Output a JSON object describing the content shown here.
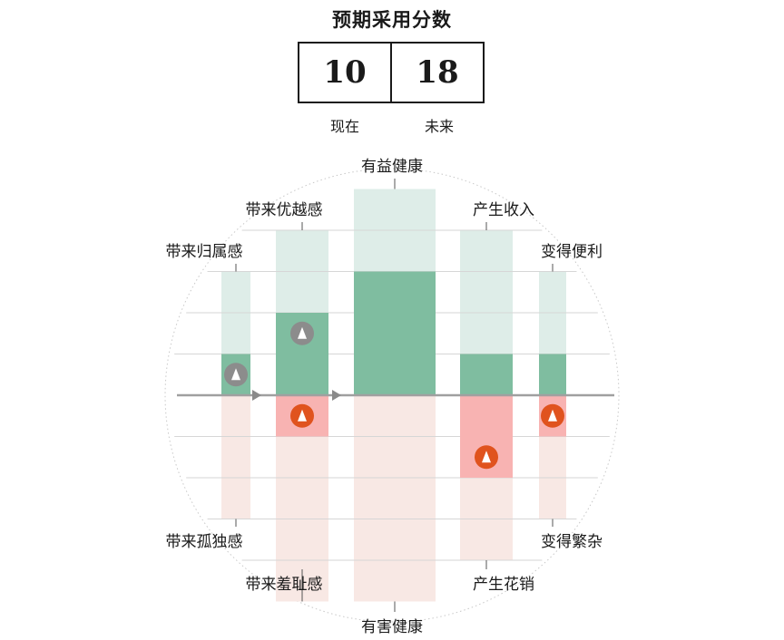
{
  "title": "预期采用分数",
  "scores": {
    "now": {
      "value": "10",
      "label": "现在"
    },
    "future": {
      "value": "18",
      "label": "未来"
    }
  },
  "colors": {
    "benefit_light": "#deede8",
    "benefit": "#7fbda0",
    "harm_light": "#f8e8e4",
    "harm": "#f8b3b2",
    "marker_now": "#8c8c8c",
    "marker_future": "#e0531e",
    "axis": "#a0a0a0"
  },
  "chart_data": {
    "type": "bar",
    "scale_max": 5,
    "categories": [
      {
        "top": "带来归属感",
        "bottom": "带来孤独感",
        "benefit": 1,
        "harm": 0,
        "max_up": 3,
        "max_down": 3,
        "now": 0.5,
        "future": null
      },
      {
        "top": "带来优越感",
        "bottom": "带来羞耻感",
        "benefit": 2,
        "harm": 1,
        "max_up": 4,
        "max_down": 5,
        "now": 1.5,
        "future": -0.5
      },
      {
        "top": "有益健康",
        "bottom": "有害健康",
        "benefit": 3,
        "harm": 0,
        "max_up": 5,
        "max_down": 5,
        "now": null,
        "future": null
      },
      {
        "top": "产生收入",
        "bottom": "产生花销",
        "benefit": 1,
        "harm": 2,
        "max_up": 4,
        "max_down": 4,
        "now": null,
        "future": -1.5
      },
      {
        "top": "变得便利",
        "bottom": "变得繁杂",
        "benefit": 1,
        "harm": 1,
        "max_up": 3,
        "max_down": 3,
        "now": null,
        "future": -0.5
      }
    ]
  }
}
